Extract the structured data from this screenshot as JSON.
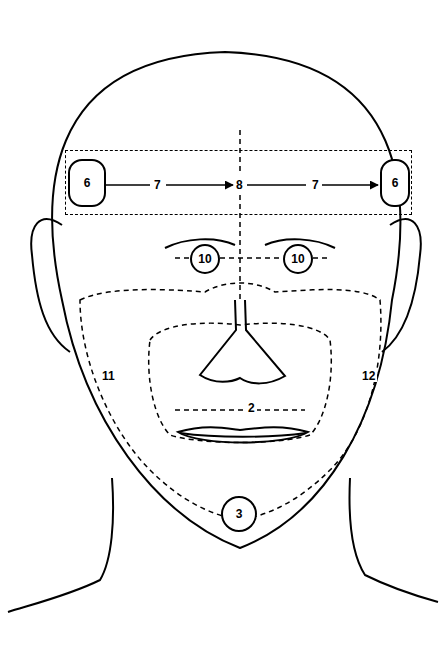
{
  "diagram": {
    "nodes": [
      {
        "text": [
          "7",
          "8",
          "7"
        ]
      },
      {
        "text": [
          "6"
        ],
        "in": 0
      },
      {
        "text": [
          "6"
        ],
        "in": 0
      },
      {
        "text": [
          "10"
        ]
      },
      {
        "text": [
          "10"
        ]
      },
      {
        "text": [
          "3"
        ]
      }
    ],
    "labels": [
      "11",
      "12",
      "2"
    ]
  }
}
